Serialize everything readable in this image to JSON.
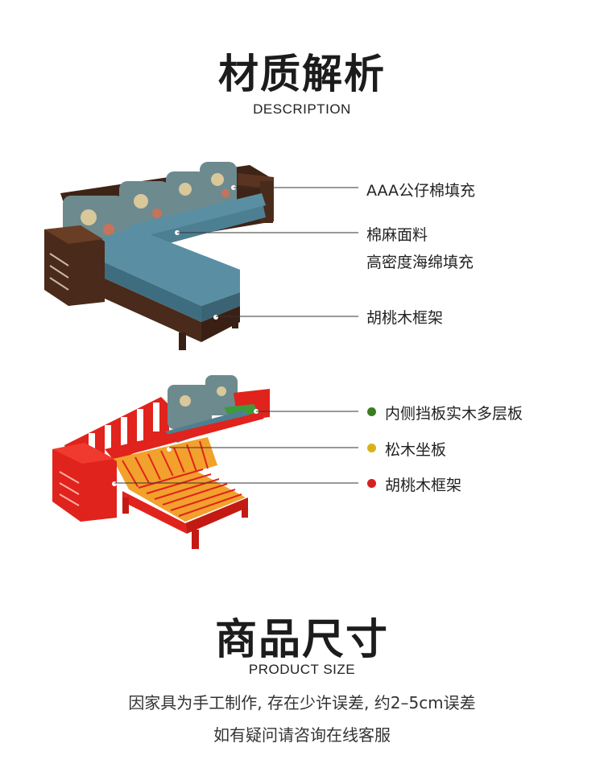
{
  "description_section": {
    "title": "材质解析",
    "subtitle": "DESCRIPTION",
    "callouts": [
      {
        "text": "AAA公仔棉填充"
      },
      {
        "text": "棉麻面料"
      },
      {
        "text": "高密度海绵填充"
      },
      {
        "text": "胡桃木框架"
      }
    ]
  },
  "structure_section": {
    "callouts": [
      {
        "text": "内侧挡板实木多层板",
        "color": "#3a7d1f"
      },
      {
        "text": "松木坐板",
        "color": "#d9b21a"
      },
      {
        "text": "胡桃木框架",
        "color": "#d92020"
      }
    ]
  },
  "size_section": {
    "title": "商品尺寸",
    "subtitle": "PRODUCT SIZE",
    "note_line1": "因家具为手工制作, 存在少许误差, 约2–5cm误差",
    "note_line2": "如有疑问请咨询在线客服"
  },
  "colors": {
    "sofa_fabric": "#4d7f93",
    "walnut": "#4a2a1a",
    "frame_red": "#e0231c",
    "pine": "#f2a12c"
  }
}
